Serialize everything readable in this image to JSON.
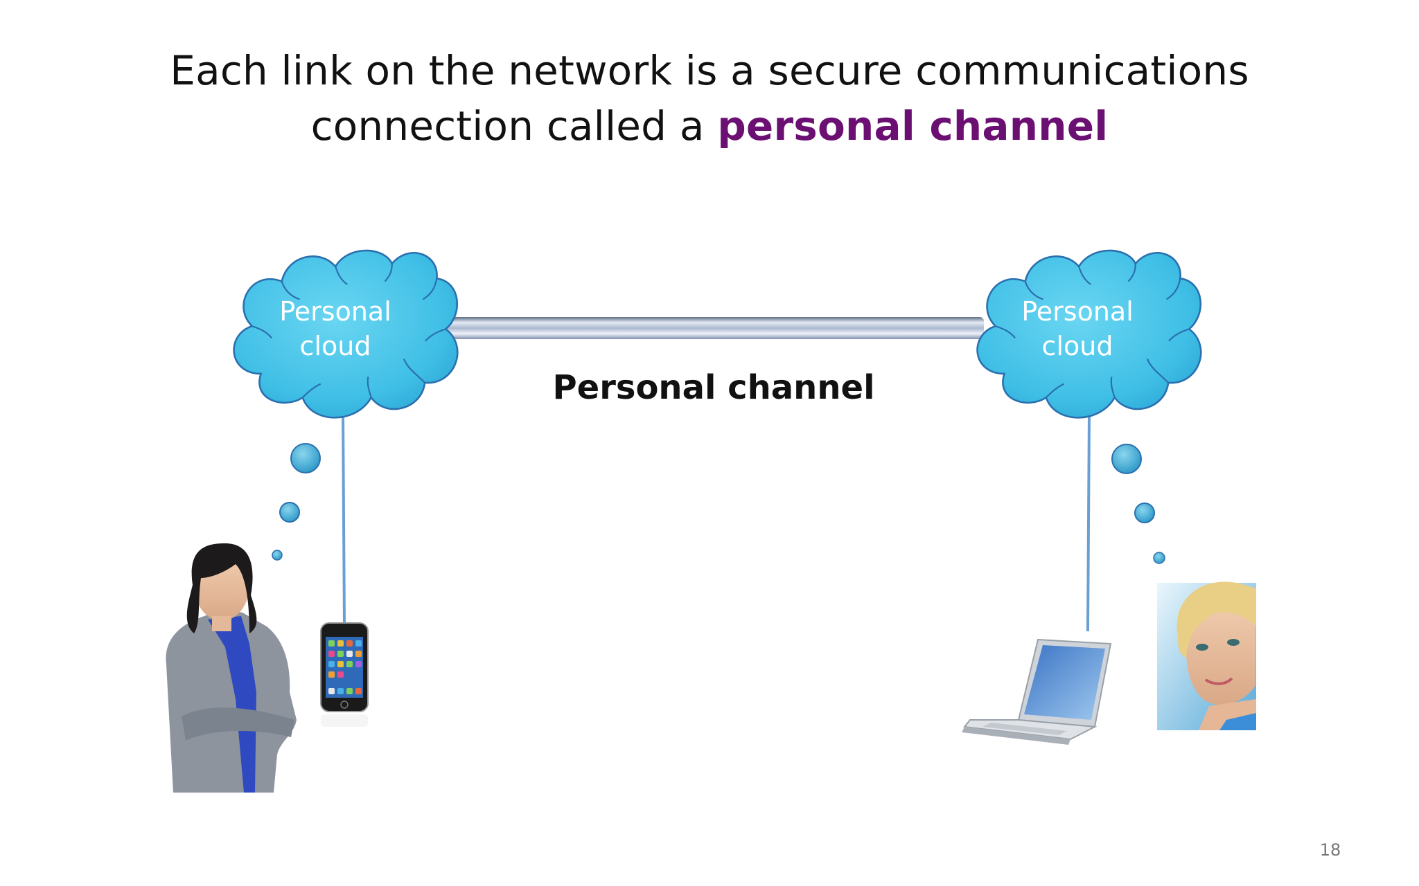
{
  "slide": {
    "title_line1": "Each link on the network is a secure communications",
    "title_line2_prefix": "connection called a ",
    "title_line2_highlight": "personal channel",
    "page_number": "18"
  },
  "diagram": {
    "left_cloud": {
      "line1": "Personal",
      "line2": "cloud",
      "icon": "cloud-icon"
    },
    "right_cloud": {
      "line1": "Personal",
      "line2": "cloud",
      "icon": "cloud-icon"
    },
    "channel_label": "Personal channel",
    "left_person": {
      "icon": "person-icon",
      "device": "smartphone-icon"
    },
    "right_person": {
      "icon": "person-icon",
      "device": "laptop-icon"
    }
  },
  "colors": {
    "title_text": "#111111",
    "accent": "#6b0f73",
    "cloud_fill": "#45c4e8",
    "cloud_stroke": "#2a6fae",
    "connector": "#6a9fd4",
    "channel_tube": "#c8d4ec"
  }
}
